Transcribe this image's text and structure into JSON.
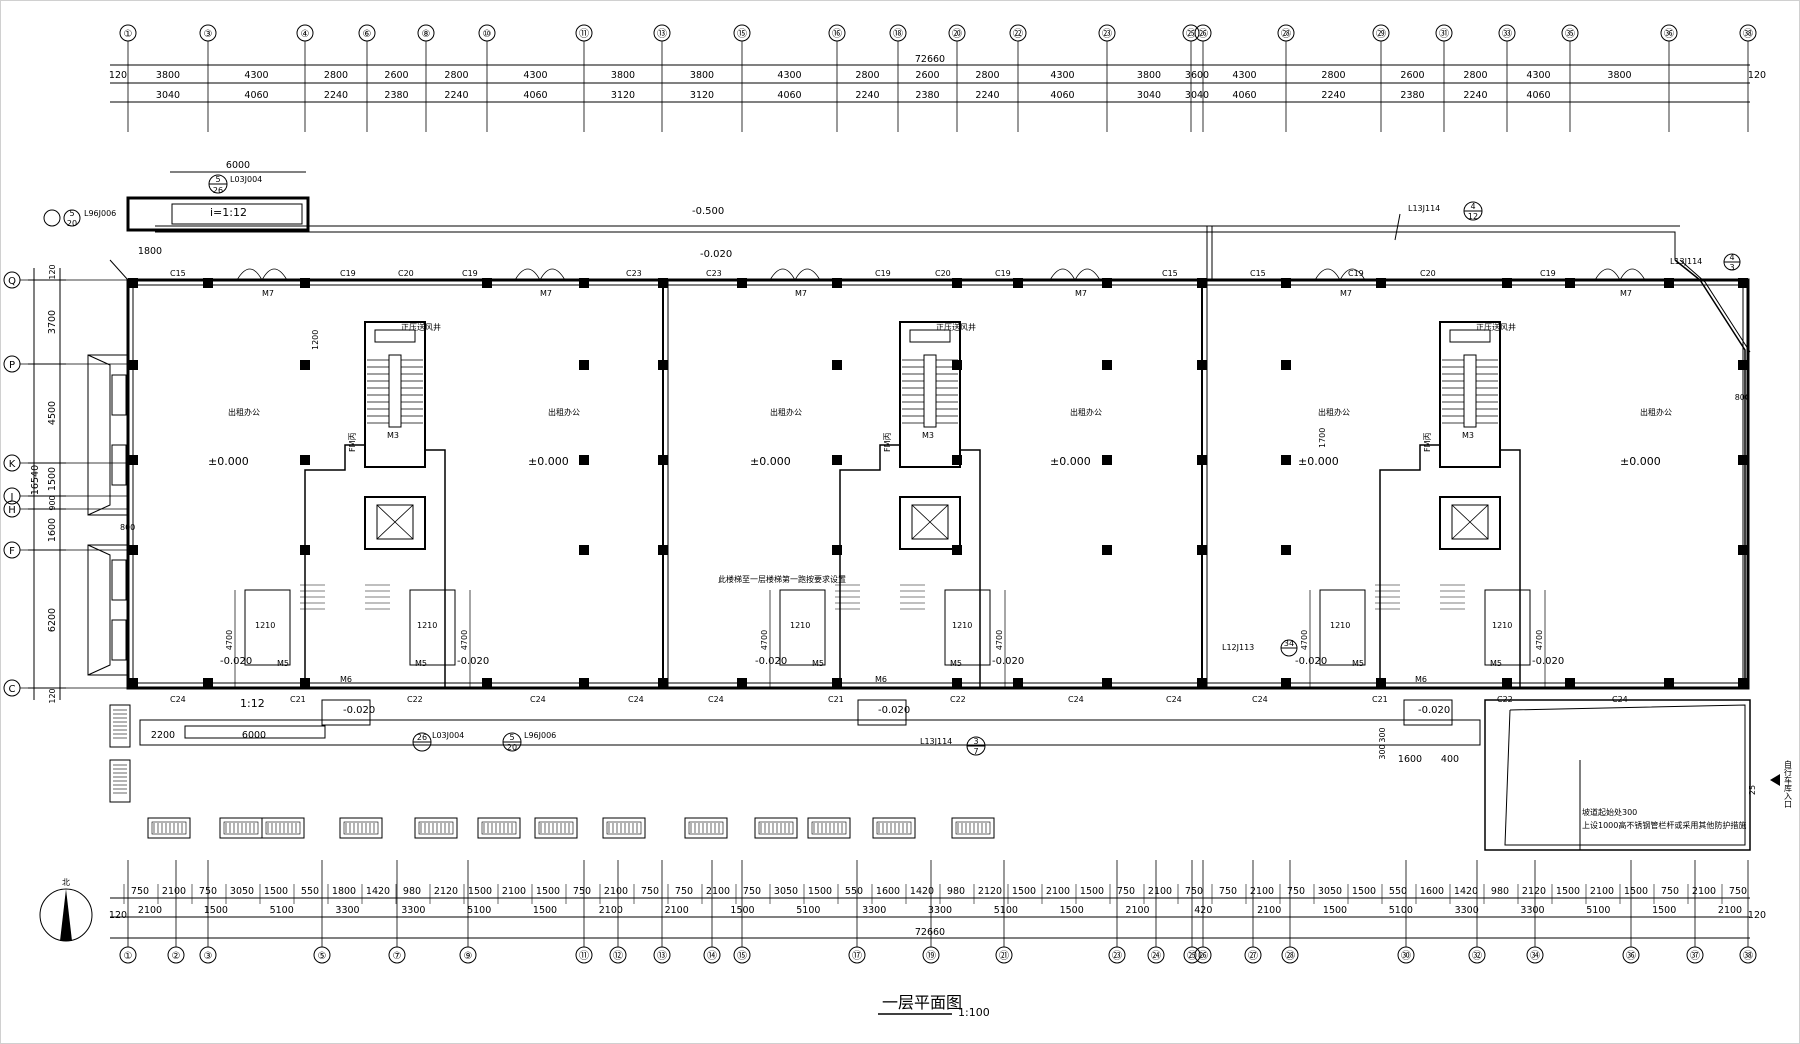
{
  "drawing": {
    "title": "一层平面图",
    "scale": "1:100",
    "overall_dimension": "72660",
    "top_grid_axes": [
      "①",
      "③",
      "④",
      "⑥",
      "⑧",
      "⑩",
      "⑪",
      "⑬",
      "⑮",
      "⑯",
      "⑱",
      "⑳",
      "㉒",
      "㉓",
      "㉕",
      "㉖",
      "㉘",
      "㉙",
      "㉛",
      "㉝",
      "㉟",
      "㊱",
      "㊳"
    ],
    "bottom_grid_axes": [
      "①",
      "②",
      "③",
      "⑤",
      "⑦",
      "⑨",
      "⑪",
      "⑫",
      "⑬",
      "⑭",
      "⑮",
      "⑰",
      "⑲",
      "㉑",
      "㉓",
      "㉔",
      "㉕",
      "㉖",
      "㉗",
      "㉘",
      "㉚",
      "㉜",
      "㉞",
      "㊱",
      "㊲",
      "㊳"
    ],
    "left_grid_axes": [
      "Q",
      "P",
      "K",
      "J",
      "H",
      "F",
      "C"
    ],
    "top_dims_row1": [
      "3800",
      "4300",
      "2800",
      "2600",
      "2800",
      "4300",
      "3800",
      "3800",
      "4300",
      "2800",
      "2600",
      "2800",
      "4300",
      "3800",
      "3600",
      "4300",
      "2800",
      "2600",
      "2800",
      "4300",
      "3800"
    ],
    "top_dims_row2": [
      "3040",
      "4060",
      "2240",
      "2380",
      "2240",
      "4060",
      "3120",
      "3120",
      "4060",
      "2240",
      "2380",
      "2240",
      "4060",
      "3040",
      "3040",
      "4060",
      "2240",
      "2380",
      "2240",
      "4060"
    ],
    "bottom_dims_row1": [
      "750",
      "2100",
      "750",
      "3050",
      "1500",
      "550",
      "1800",
      "1420",
      "980",
      "2120",
      "1500",
      "2100",
      "1500",
      "750",
      "2100",
      "750",
      "750",
      "2100",
      "750",
      "3050",
      "1500",
      "550",
      "1600",
      "1420",
      "980",
      "2120",
      "1500",
      "2100",
      "1500",
      "750",
      "2100",
      "750",
      "750",
      "2100",
      "750",
      "3050",
      "1500",
      "550",
      "1600",
      "1420",
      "980",
      "2120",
      "1500",
      "2100",
      "1500",
      "750",
      "2100",
      "750"
    ],
    "bottom_dims_row2": [
      "2100",
      "1500",
      "5100",
      "3300",
      "3300",
      "5100",
      "1500",
      "2100",
      "2100",
      "1500",
      "5100",
      "3300",
      "3300",
      "5100",
      "1500",
      "2100",
      "420",
      "2100",
      "1500",
      "5100",
      "3300",
      "3300",
      "5100",
      "1500",
      "2100"
    ],
    "left_dims": [
      "3700",
      "4500",
      "1500",
      "900",
      "1600",
      "6200",
      "120",
      "120"
    ],
    "left_total": "16540",
    "edge_120": "120",
    "room_label": "出租办公",
    "floor_level": "±0.000",
    "level_minus_020": "-0.020",
    "level_minus_500": "-0.500",
    "window_tags_top": [
      "C15",
      "C19",
      "C20",
      "C19",
      "C23",
      "C23",
      "C19",
      "C20",
      "C19",
      "C15",
      "C15",
      "C19",
      "C20",
      "C19"
    ],
    "window_tags_bottom": [
      "C24",
      "C21",
      "C22",
      "C24",
      "C24",
      "C24",
      "C21",
      "C22",
      "C24",
      "C24",
      "C24",
      "C21",
      "C22",
      "C24"
    ],
    "door_tags": [
      "M7",
      "M7",
      "M7",
      "M7",
      "M7",
      "M7"
    ],
    "door_m6": "M6",
    "door_m5": "M5",
    "door_m3": "M3",
    "fire_door": "FM丙",
    "stair_label": "正压送风井",
    "stair_note": "此楼梯至一层楼梯第一跑按要求设置",
    "ramp_slope": "i=1:12",
    "ramp_slope2": "1:12",
    "dim_6000": "6000",
    "dim_1800": "1800",
    "dim_2200": "2200",
    "dim_800": "800",
    "dim_4700": "4700",
    "dim_1200": "1200",
    "dim_1210": "1210",
    "dim_1700": "1700",
    "dim_1600": "1600",
    "dim_400": "400",
    "dim_300": "300",
    "dim_25": "25",
    "ref_l03j004": "L03J004",
    "ref_l96j006": "L96J006",
    "ref_l13j114": "L13J114",
    "ref_l12j113": "L12J113",
    "ref_num_26": "26",
    "ref_num_5": "5",
    "ref_num_20": "20",
    "ref_num_7": "7",
    "ref_num_4": "4",
    "ref_num_12": "12",
    "ref_num_3": "3",
    "ref_num_34": "34",
    "parking_entrance": "自行车库入口",
    "parking_note_1": "坡道起始处300",
    "parking_note_2": "上设1000高不锈钢管栏杆或采用其他防护措施",
    "north_label": "北",
    "colors": {
      "line": "#000000",
      "background": "#ffffff"
    }
  }
}
